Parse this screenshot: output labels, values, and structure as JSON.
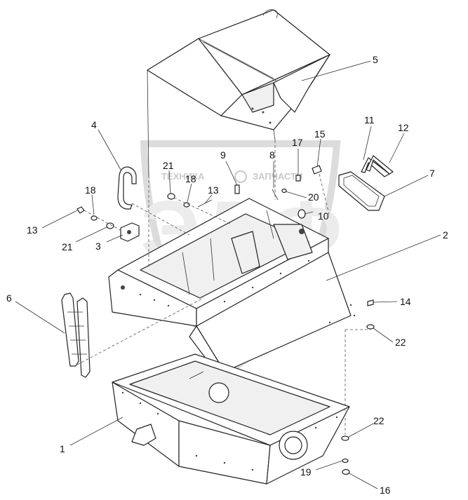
{
  "watermark": {
    "left_text": "ТЕХНИКА",
    "right_text": "ЗАПЧАСТИ",
    "letters": [
      "Э",
      "Л",
      "Ф"
    ]
  },
  "callouts": [
    "1",
    "2",
    "3",
    "4",
    "5",
    "6",
    "7",
    "8",
    "9",
    "10",
    "11",
    "12",
    "13",
    "13",
    "14",
    "15",
    "16",
    "17",
    "18",
    "18",
    "19",
    "20",
    "21",
    "21",
    "22",
    "22"
  ],
  "labels": {
    "c1": "1",
    "c2": "2",
    "c3": "3",
    "c4": "4",
    "c5": "5",
    "c6": "6",
    "c7": "7",
    "c8": "8",
    "c9": "9",
    "c10": "10",
    "c11": "11",
    "c12": "12",
    "c13a": "13",
    "c13b": "13",
    "c14": "14",
    "c15": "15",
    "c16": "16",
    "c17": "17",
    "c18a": "18",
    "c18b": "18",
    "c19": "19",
    "c20": "20",
    "c21a": "21",
    "c21b": "21",
    "c22a": "22",
    "c22b": "22"
  }
}
